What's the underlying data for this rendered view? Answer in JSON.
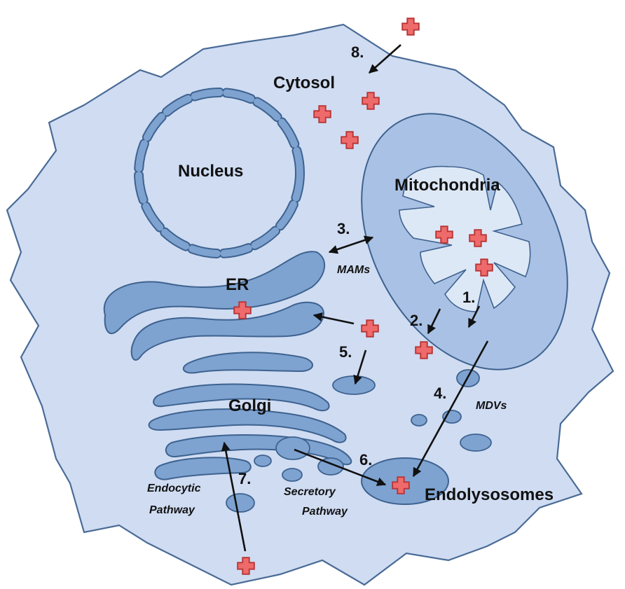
{
  "labels": {
    "cytosol": "Cytosol",
    "nucleus": "Nucleus",
    "mitochondria": "Mitochondria",
    "er": "ER",
    "golgi": "Golgi",
    "endolysosomes": "Endolysosomes",
    "mams": "MAMs",
    "mdvs": "MDVs",
    "endocytic_line1": "Endocytic",
    "endocytic_line2": "Pathway",
    "secretory_line1": "Secretory",
    "secretory_line2": "Pathway"
  },
  "steps": {
    "s1": "1.",
    "s2": "2.",
    "s3": "3.",
    "s4": "4.",
    "s5": "5.",
    "s6": "6.",
    "s7": "7.",
    "s8": "8."
  },
  "colors": {
    "cell_fill": "#cfdcf2",
    "cell_stroke": "#4a6b96",
    "organelle_fill": "#7ea3d1",
    "organelle_stroke": "#3e628f",
    "mito_inner_fill": "#dde8f6",
    "ion_fill": "#ef6b6b",
    "ion_stroke": "#b93434"
  },
  "icons": {
    "ion": "red-cross-ion-icon"
  }
}
